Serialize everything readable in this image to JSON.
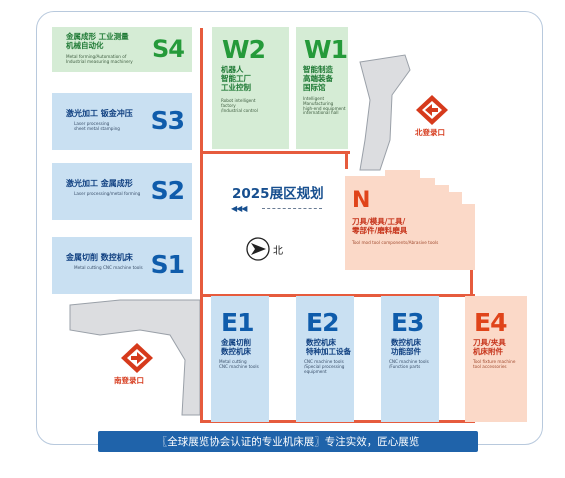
{
  "map": {
    "title": "2025展区规划",
    "direction_arrows": "◀◀◀",
    "compass_label": "北"
  },
  "halls": {
    "s4": {
      "code": "S4",
      "cn": "金属成形  工业测量\n机械自动化",
      "en": "Metal forming/Automation of\nIndustrial measuring machinery"
    },
    "s3": {
      "code": "S3",
      "cn": "激光加工  钣金冲压",
      "en": "Laser processing\nsheet metal stamping"
    },
    "s2": {
      "code": "S2",
      "cn": "激光加工  金属成形",
      "en": "Laser processing/metal forming"
    },
    "s1": {
      "code": "S1",
      "cn": "金属切削  数控机床",
      "en": "Metal cutting CNC machine tools"
    },
    "w2": {
      "code": "W2",
      "cn": "机器人\n智能工厂\n工业控制",
      "en": "Robot intelligent\nfactory\n/Industrial control"
    },
    "w1": {
      "code": "W1",
      "cn": "智能制造\n高端装备\n国际馆",
      "en": "Intelligent\nManufacturing\nhigh-end equipment\ninternational hall"
    },
    "n": {
      "code": "N",
      "cn": "刀具/模具/工具/\n零部件/磨料磨具",
      "en": "Tool mod tool components/Abrasive tools"
    },
    "e1": {
      "code": "E1",
      "cn": "金属切削\n数控机床",
      "en": "Metal cutting\nCNC machine tools"
    },
    "e2": {
      "code": "E2",
      "cn": "数控机床\n特种加工设备",
      "en": "CNC machine tools\n/Special processing\nequipment"
    },
    "e3": {
      "code": "E3",
      "cn": "数控机床\n功能部件",
      "en": "CNC machine tools\n/Function parts"
    },
    "e4": {
      "code": "E4",
      "cn": "刀具/夹具\n机床附件",
      "en": "Tool fixture machine\ntool accessories"
    }
  },
  "entrances": {
    "north": "北登录口",
    "south": "南登录口"
  },
  "banner": {
    "text": "〖全球展览协会认证的专业机床展〗专注实效，匠心展览"
  },
  "colors": {
    "blue_hall": "#c9e0f2",
    "green_hall": "#d5ecd5",
    "orange_hall": "#fbd9c8",
    "road": "#e65b3d",
    "banner": "#1f63aa"
  }
}
